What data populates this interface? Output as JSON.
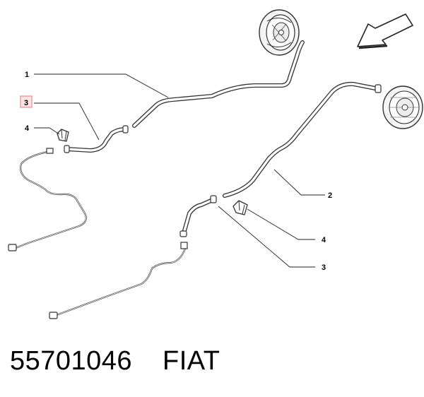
{
  "callouts": {
    "c1": "1",
    "c2": "2",
    "c3_left": "3",
    "c3_right": "3",
    "c4_left": "4",
    "c4_right": "4"
  },
  "footer": {
    "part_number": "55701046",
    "brand": "FIAT"
  },
  "colors": {
    "highlight_fill": "#fbe3e3",
    "highlight_stroke": "#e07878"
  }
}
